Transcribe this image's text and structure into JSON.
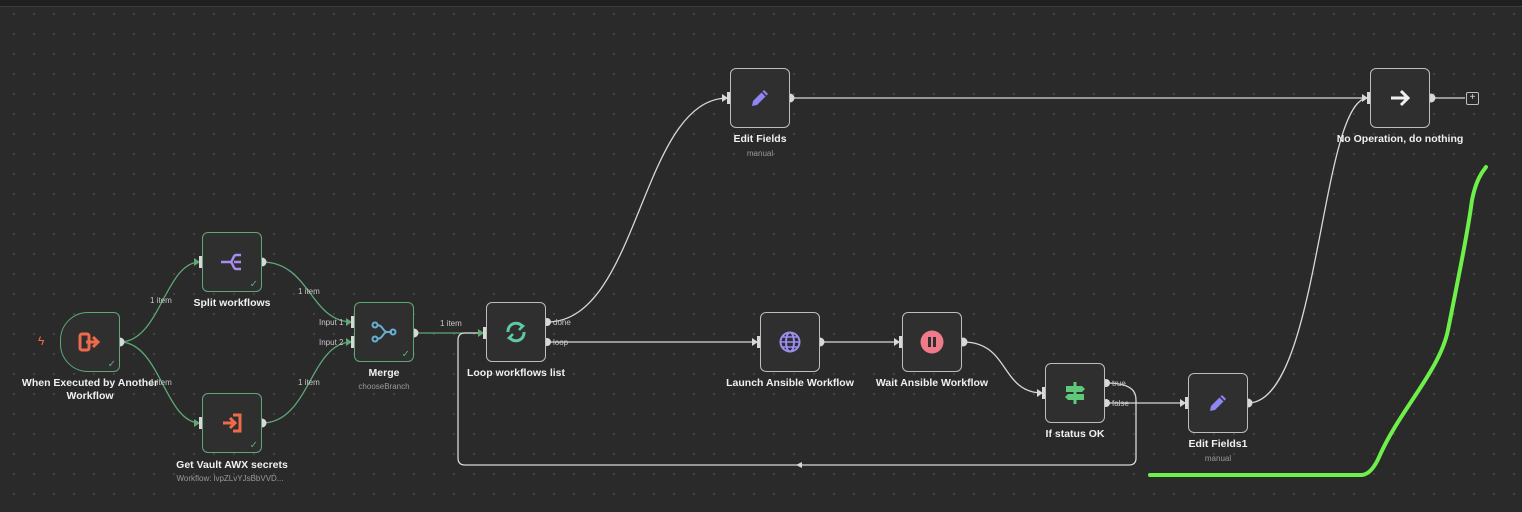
{
  "nodes": {
    "trigger": {
      "label": "When Executed by Another Workflow",
      "icon": "sign-in-arrow-icon"
    },
    "split": {
      "label": "Split workflows",
      "icon": "split-out-icon"
    },
    "vault": {
      "label": "Get Vault AWX secrets",
      "subtitle": "Workflow: lvpZLvYJsBbVVD...",
      "icon": "execute-workflow-icon"
    },
    "merge": {
      "label": "Merge",
      "subtitle": "chooseBranch",
      "input1": "Input 1",
      "input2": "Input 2",
      "icon": "merge-icon"
    },
    "loop": {
      "label": "Loop workflows list",
      "out_done": "done",
      "out_loop": "loop",
      "icon": "loop-icon"
    },
    "edit_fields": {
      "label": "Edit Fields",
      "subtitle": "manual",
      "icon": "pencil-icon"
    },
    "launch": {
      "label": "Launch Ansible Workflow",
      "icon": "globe-icon"
    },
    "wait": {
      "label": "Wait Ansible Workflow",
      "icon": "pause-icon"
    },
    "if_status": {
      "label": "If status OK",
      "out_true": "true",
      "out_false": "false",
      "icon": "if-branch-icon"
    },
    "edit_fields1": {
      "label": "Edit Fields1",
      "subtitle": "manual",
      "icon": "pencil-icon"
    },
    "noop": {
      "label": "No Operation, do nothing",
      "icon": "arrow-right-icon"
    }
  },
  "edges": {
    "trigger_split": "1 item",
    "trigger_vault": "1 item",
    "split_merge": "1 item",
    "vault_merge": "1 item",
    "merge_loop": "1 item"
  },
  "add_button": "+",
  "colors": {
    "annotation": "#6ef04a",
    "success": "#5ea878",
    "trigger": "#ee6a4a"
  }
}
